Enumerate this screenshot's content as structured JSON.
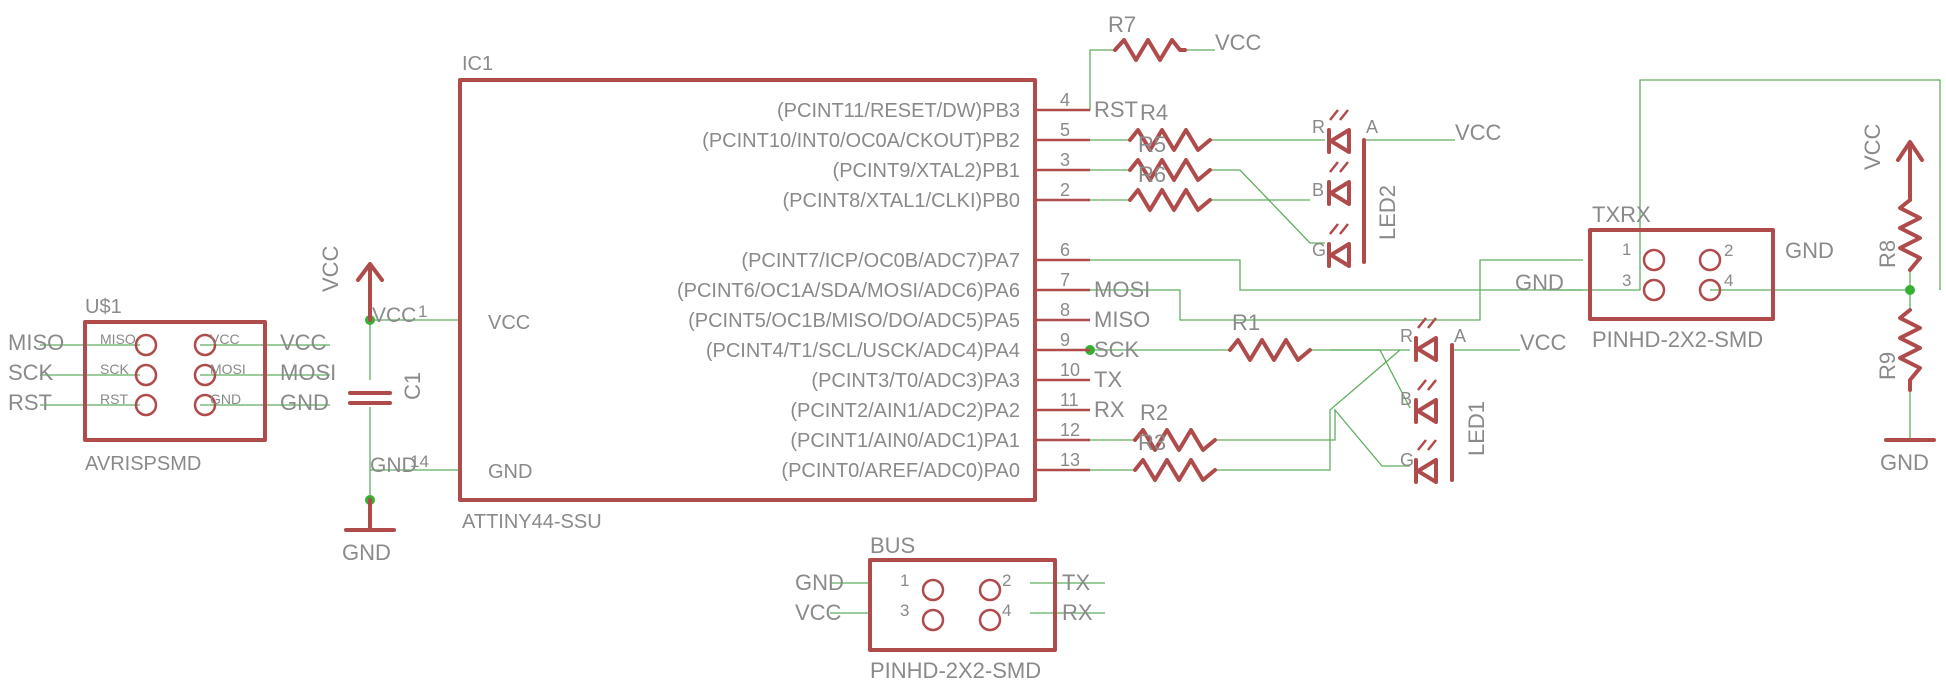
{
  "colors": {
    "part": "#b04b4b",
    "wire": "#5fae5f",
    "text": "#8a8a8a",
    "junction": "#35b035"
  },
  "ic": {
    "name": "IC1",
    "value": "ATTINY44-SSU",
    "vcc_pin": "VCC",
    "gnd_pin": "GND",
    "vcc_num": "1",
    "gnd_num": "14",
    "pins": [
      {
        "label": "(PCINT11/RESET/DW)PB3",
        "num": "4",
        "net": "RST"
      },
      {
        "label": "(PCINT10/INT0/OC0A/CKOUT)PB2",
        "num": "5",
        "net": ""
      },
      {
        "label": "(PCINT9/XTAL2)PB1",
        "num": "3",
        "net": ""
      },
      {
        "label": "(PCINT8/XTAL1/CLKI)PB0",
        "num": "2",
        "net": ""
      },
      {
        "label": "(PCINT7/ICP/OC0B/ADC7)PA7",
        "num": "6",
        "net": ""
      },
      {
        "label": "(PCINT6/OC1A/SDA/MOSI/ADC6)PA6",
        "num": "7",
        "net": "MOSI"
      },
      {
        "label": "(PCINT5/OC1B/MISO/DO/ADC5)PA5",
        "num": "8",
        "net": "MISO"
      },
      {
        "label": "(PCINT4/T1/SCL/USCK/ADC4)PA4",
        "num": "9",
        "net": "SCK"
      },
      {
        "label": "(PCINT3/T0/ADC3)PA3",
        "num": "10",
        "net": "TX"
      },
      {
        "label": "(PCINT2/AIN1/ADC2)PA2",
        "num": "11",
        "net": "RX"
      },
      {
        "label": "(PCINT1/AIN0/ADC1)PA1",
        "num": "12",
        "net": ""
      },
      {
        "label": "(PCINT0/AREF/ADC0)PA0",
        "num": "13",
        "net": ""
      }
    ]
  },
  "isp": {
    "name": "U$1",
    "value": "AVRISPSMD",
    "pad_left": [
      "MISO",
      "SCK",
      "RST"
    ],
    "pad_right": [
      "VCC",
      "MOSI",
      "GND"
    ],
    "net_left": [
      "MISO",
      "SCK",
      "RST"
    ],
    "net_right": [
      "VCC",
      "MOSI",
      "GND"
    ]
  },
  "cap": {
    "name": "C1",
    "vcc_label": "VCC",
    "gnd_label": "GND",
    "net_vcc": "VCC",
    "net_gnd": "GND"
  },
  "resistors": {
    "r1": "R1",
    "r2": "R2",
    "r3": "R3",
    "r4": "R4",
    "r5": "R5",
    "r6": "R6",
    "r7": "R7",
    "r8": "R8",
    "r9": "R9"
  },
  "led1": {
    "name": "LED1",
    "r": "R",
    "b": "B",
    "g": "G",
    "a": "A",
    "vcc": "VCC"
  },
  "led2": {
    "name": "LED2",
    "r": "R",
    "b": "B",
    "g": "G",
    "a": "A",
    "vcc": "VCC"
  },
  "r7_vcc": "VCC",
  "txrx": {
    "name": "TXRX",
    "value": "PINHD-2X2-SMD",
    "pins": [
      "1",
      "2",
      "3",
      "4"
    ],
    "gnd_left": "GND",
    "gnd_right": "GND"
  },
  "bus": {
    "name": "BUS",
    "value": "PINHD-2X2-SMD",
    "pins": [
      "1",
      "2",
      "3",
      "4"
    ],
    "left": [
      "GND",
      "VCC"
    ],
    "right": [
      "TX",
      "RX"
    ]
  },
  "right_rail": {
    "vcc": "VCC",
    "gnd": "GND"
  }
}
